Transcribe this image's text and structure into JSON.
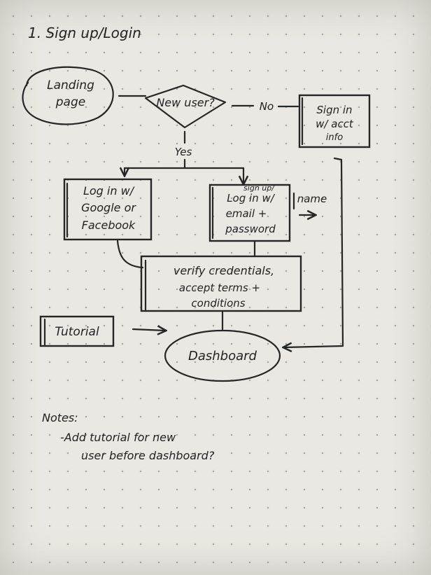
{
  "heading": "1. Sign up/Login",
  "nodes": {
    "landing": [
      "Landing",
      "page"
    ],
    "new_user": "New user?",
    "signin_acct": [
      "Sign in",
      "w/ acct",
      "info"
    ],
    "social_login": [
      "Log in w/",
      "Google or",
      "Facebook"
    ],
    "email_login": {
      "overline": "sign up/",
      "lines": [
        "Log in w/",
        "email +",
        "password"
      ]
    },
    "verify": [
      "verify credentials,",
      "accept terms +",
      "conditions"
    ],
    "tutorial": "Tutorial",
    "dashboard": "Dashboard"
  },
  "edge_labels": {
    "no": "No",
    "yes": "Yes",
    "name": "name"
  },
  "notes": {
    "title": "Notes:",
    "lines": [
      "-Add tutorial for new",
      "user before dashboard?"
    ]
  },
  "colors": {
    "paper": "#ebe8e3",
    "dots": "#a9a6a0",
    "ink": "#262626"
  }
}
